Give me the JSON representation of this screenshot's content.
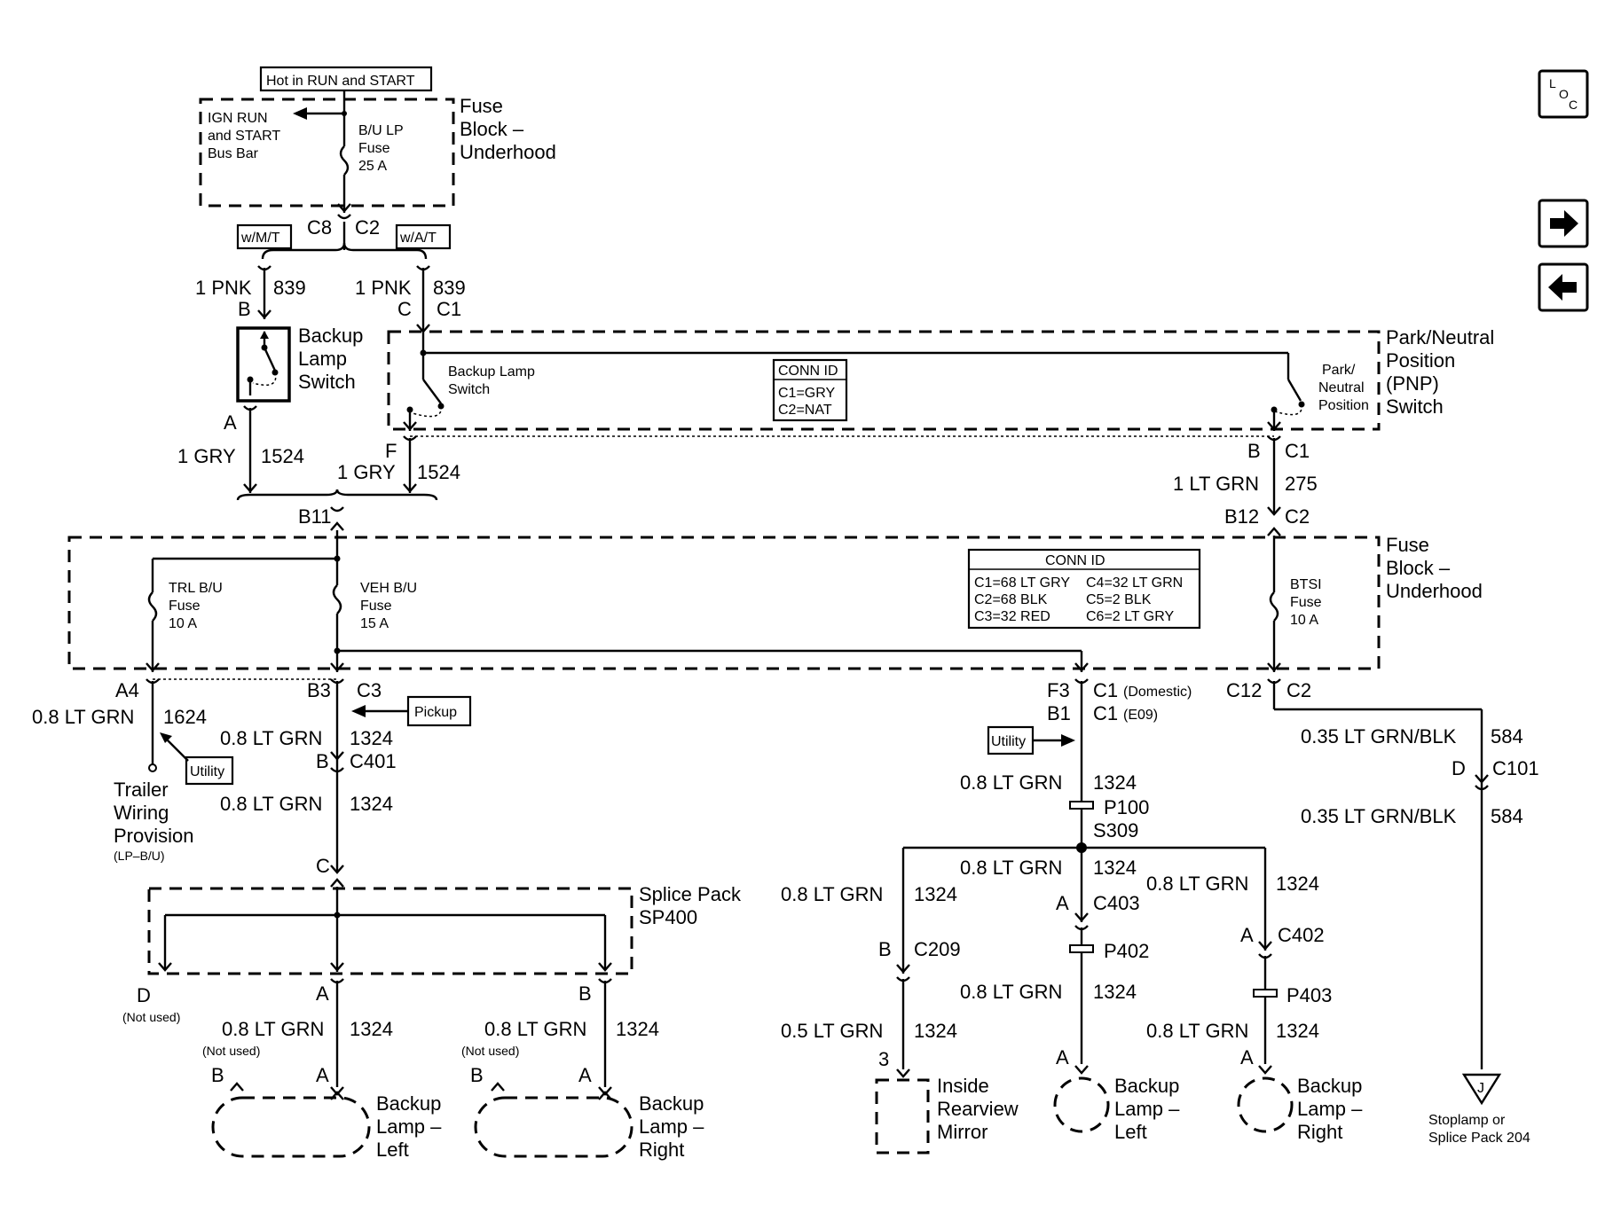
{
  "labels": {
    "hot_run_start": "Hot in RUN and START",
    "ign_run_1": "IGN RUN",
    "ign_run_2": "and START",
    "ign_run_3": "Bus Bar",
    "fuse_block_1_a": "Fuse",
    "fuse_block_1_b": "Block –",
    "fuse_block_1_c": "Underhood",
    "bulp_fuse_1": "B/U LP",
    "bulp_fuse_2": "Fuse",
    "bulp_fuse_3": "25 A",
    "c8": "C8",
    "c2_top": "C2",
    "wmt": "w/M/T",
    "wat": "w/A/T",
    "wire_1pnk_a": "1 PNK",
    "wire_839_a": "839",
    "pin_b_a": "B",
    "wire_1pnk_b": "1 PNK",
    "wire_839_b": "839",
    "pin_c_b": "C",
    "conn_c1_b": "C1",
    "backup_switch_1": "Backup",
    "backup_switch_2": "Lamp",
    "backup_switch_3": "Switch",
    "pnp_backup_1": "Backup Lamp",
    "pnp_backup_2": "Switch",
    "conn_id_1_title": "CONN ID",
    "conn_id_1_l1": "C1=GRY",
    "conn_id_1_l2": "C2=NAT",
    "pnp_park_1": "Park/",
    "pnp_park_2": "Neutral",
    "pnp_park_3": "Position",
    "pnp_title_1": "Park/Neutral",
    "pnp_title_2": "Position",
    "pnp_title_3": "(PNP)",
    "pnp_title_4": "Switch",
    "pin_a_switch": "A",
    "wire_1gry_a": "1 GRY",
    "wire_1524_a": "1524",
    "pin_f": "F",
    "wire_1gry_b": "1 GRY",
    "wire_1524_b": "1524",
    "pin_b_pnp": "B",
    "conn_c1_pnp": "C1",
    "wire_1ltgrn": "1 LT GRN",
    "wire_275": "275",
    "b11": "B11",
    "b12": "B12",
    "c2_b12": "C2",
    "fuse_block_2_a": "Fuse",
    "fuse_block_2_b": "Block –",
    "fuse_block_2_c": "Underhood",
    "trl_fuse_1": "TRL B/U",
    "trl_fuse_2": "Fuse",
    "trl_fuse_3": "10 A",
    "veh_fuse_1": "VEH B/U",
    "veh_fuse_2": "Fuse",
    "veh_fuse_3": "15 A",
    "conn_id_2_title": "CONN ID",
    "conn_id_2_a1": "C1=68 LT GRY",
    "conn_id_2_a2": "C2=68 BLK",
    "conn_id_2_a3": "C3=32 RED",
    "conn_id_2_b1": "C4=32 LT GRN",
    "conn_id_2_b2": "C5=2 BLK",
    "conn_id_2_b3": "C6=2 LT GRY",
    "btsi_1": "BTSI",
    "btsi_2": "Fuse",
    "btsi_3": "10 A",
    "a4": "A4",
    "wire_08_1624": "0.8 LT GRN",
    "num_1624": "1624",
    "b3": "B3",
    "c3": "C3",
    "pickup": "Pickup",
    "wire_08_a": "0.8 LT GRN",
    "num_1324_a": "1324",
    "pin_b_c401": "B",
    "c401": "C401",
    "wire_08_b": "0.8 LT GRN",
    "num_1324_b": "1324",
    "utility_left": "Utility",
    "trailer_1": "Trailer",
    "trailer_2": "Wiring",
    "trailer_3": "Provision",
    "trailer_4": "(LP–B/U)",
    "pin_c_sp": "C",
    "splice_1": "Splice Pack",
    "splice_2": "SP400",
    "pin_d": "D",
    "not_used_d": "(Not used)",
    "pin_a_sp": "A",
    "pin_b_sp": "B",
    "wire_08_left": "0.8 LT GRN",
    "num_1324_left": "1324",
    "wire_08_right": "0.8 LT GRN",
    "num_1324_right": "1324",
    "not_used_l": "(Not used)",
    "not_used_r": "(Not used)",
    "lamp_l_b": "B",
    "lamp_l_a": "A",
    "lamp_r_b": "B",
    "lamp_r_a": "A",
    "lamp_left_1": "Backup",
    "lamp_left_2": "Lamp –",
    "lamp_left_3": "Left",
    "lamp_right_1": "Backup",
    "lamp_right_2": "Lamp –",
    "lamp_right_3": "Right",
    "f3": "F3",
    "c1_dom": "C1",
    "domestic": "(Domestic)",
    "b1": "B1",
    "c1_e09": "C1",
    "e09": "(E09)",
    "c12": "C12",
    "c2_c12": "C2",
    "utility_right": "Utility",
    "wire_035_a": "0.35 LT GRN/BLK",
    "num_584_a": "584",
    "pin_d_c101": "D",
    "c101": "C101",
    "wire_035_b": "0.35 LT GRN/BLK",
    "num_584_b": "584",
    "wire_08_p100": "0.8 LT GRN",
    "num_1324_p100": "1324",
    "p100": "P100",
    "s309": "S309",
    "wire_08_c403": "0.8 LT GRN",
    "num_1324_c403": "1324",
    "wire_08_c402": "0.8 LT GRN",
    "num_1324_c402": "1324",
    "wire_08_c209": "0.8 LT GRN",
    "num_1324_c209": "1324",
    "pin_a_c403": "A",
    "c403": "C403",
    "pin_b_c209": "B",
    "c209": "C209",
    "p402": "P402",
    "pin_a_c402": "A",
    "c402": "C402",
    "p403": "P403",
    "wire_08_p402": "0.8 LT GRN",
    "num_1324_p402": "1324",
    "wire_05_mirror": "0.5 LT GRN",
    "num_1324_mirror": "1324",
    "wire_08_p403": "0.8 LT GRN",
    "num_1324_p403": "1324",
    "pin_3_mirror": "3",
    "pin_a_lampL2": "A",
    "pin_a_lampR2": "A",
    "mirror_1": "Inside",
    "mirror_2": "Rearview",
    "mirror_3": "Mirror",
    "lampL2_1": "Backup",
    "lampL2_2": "Lamp –",
    "lampL2_3": "Left",
    "lampR2_1": "Backup",
    "lampR2_2": "Lamp –",
    "lampR2_3": "Right",
    "j_label": "J",
    "stoplamp_1": "Stoplamp or",
    "stoplamp_2": "Splice Pack 204",
    "loc_l": "L",
    "loc_o": "O",
    "loc_c": "C"
  },
  "icons": [
    "loc-icon",
    "arrow-right-icon",
    "arrow-left-icon"
  ]
}
